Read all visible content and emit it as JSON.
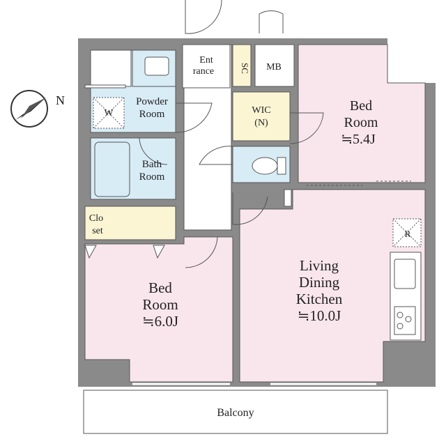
{
  "colors": {
    "wall": "#8a8a8a",
    "bedroom": "#f9e6ec",
    "wet": "#d8ecf6",
    "storage": "#fbf5d4",
    "ldk": "#f9e6ec",
    "floor": "#ffffff",
    "line": "#555555"
  },
  "compass": {
    "icon": "compass-north-icon",
    "label": "N"
  },
  "rooms": {
    "entrance": {
      "line1": "Ent",
      "line2": "rance"
    },
    "sc": {
      "label": "SC"
    },
    "mb": {
      "label": "MB"
    },
    "bedroom_small": {
      "line1": "Bed",
      "line2": "Room",
      "line3": "≒5.4J"
    },
    "powder_room": {
      "line1": "Powder",
      "line2": "Room"
    },
    "washer": {
      "label": "W"
    },
    "wic": {
      "line1": "WIC",
      "line2": "(N)"
    },
    "bath_room": {
      "line1": "Bath",
      "line2": "Room"
    },
    "closet": {
      "line1": "Clo",
      "line2": "set"
    },
    "refrigerator": {
      "label": "R"
    },
    "ldk": {
      "line1": "Living",
      "line2": "Dining",
      "line3": "Kitchen",
      "line4": "≒10.0J"
    },
    "bedroom_large": {
      "line1": "Bed",
      "line2": "Room",
      "line3": "≒6.0J"
    },
    "balcony": {
      "label": "Balcony"
    }
  }
}
